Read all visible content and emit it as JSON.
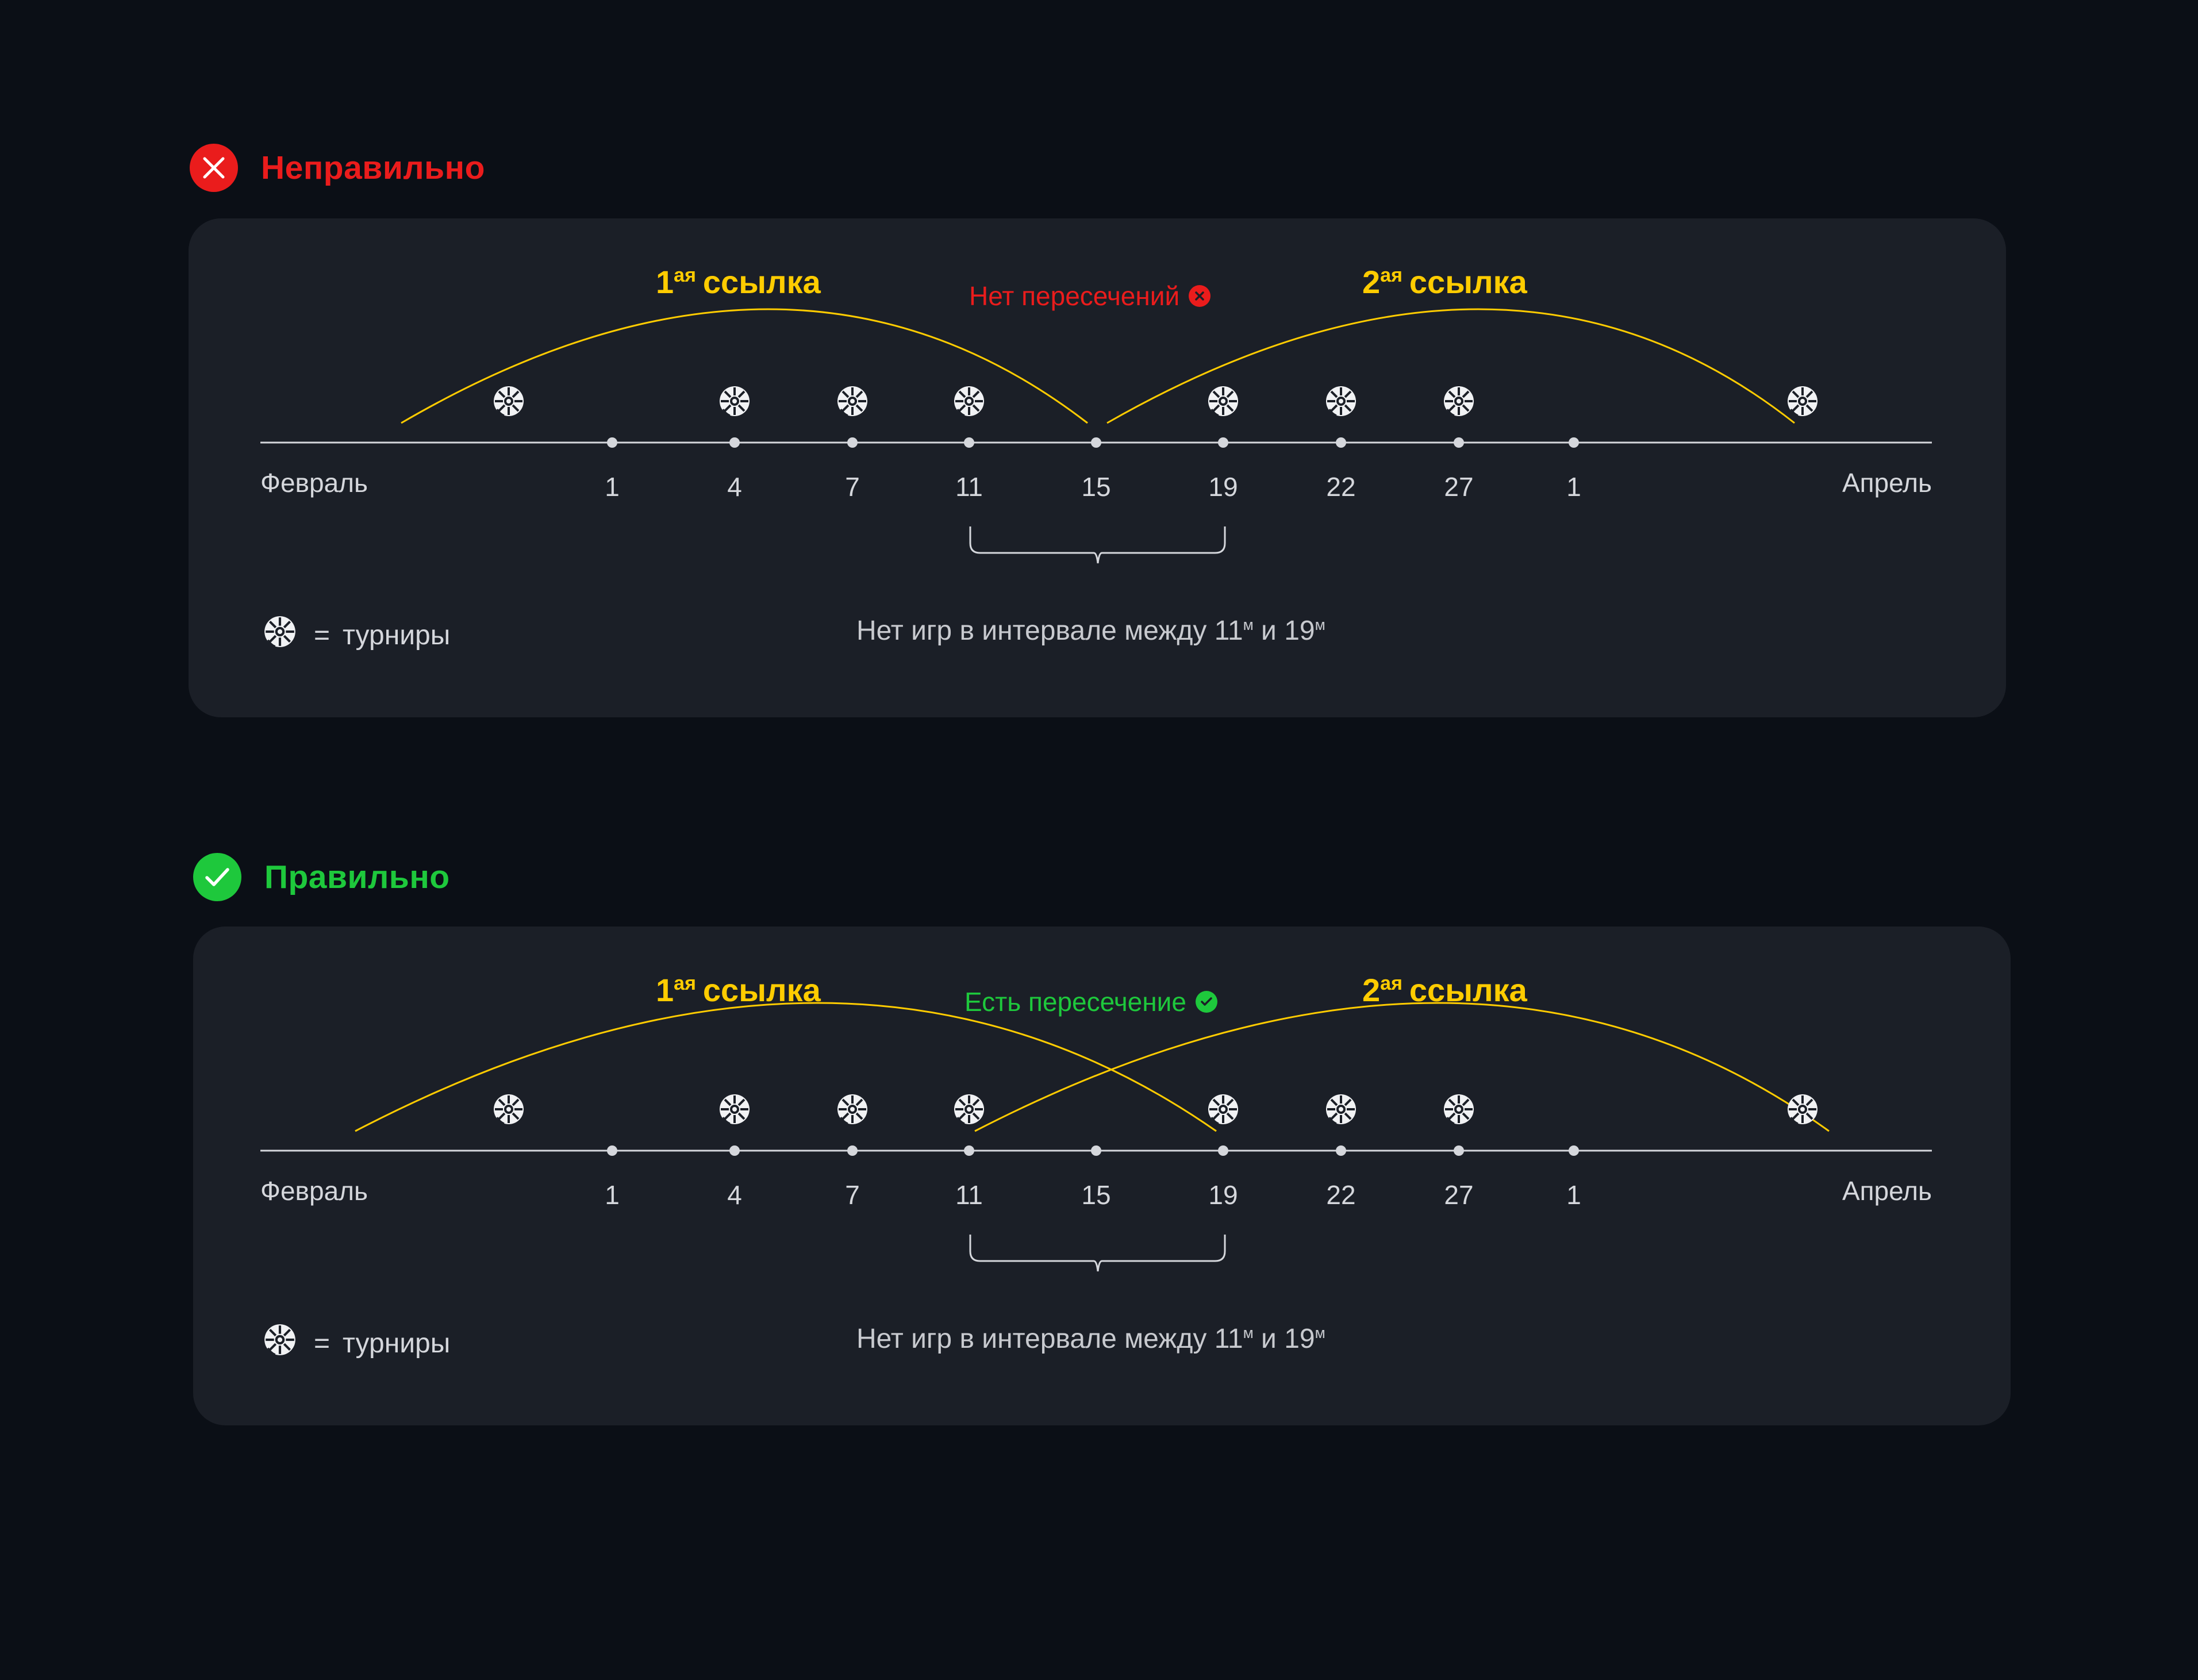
{
  "colors": {
    "background": "#0b0f16",
    "card": "#1b1f27",
    "wrong": "#ea1c1c",
    "right": "#1ec83c",
    "link": "#ffcc00",
    "axis": "#d5d7dc"
  },
  "legend": {
    "icon": "tournament-ball-icon",
    "equals": "=",
    "label": "турниры"
  },
  "note": {
    "text": "Нет игр в интервале между 11",
    "sup1": "м",
    "mid": " и 19",
    "sup2": "м"
  },
  "timeline": {
    "start_label": "Февраль",
    "end_label": "Апрель",
    "ticks": [
      "1",
      "4",
      "7",
      "11",
      "15",
      "19",
      "22",
      "27",
      "1"
    ]
  },
  "sections": [
    {
      "status_icon": "cross-icon",
      "title": "Неправильно",
      "intersection_label": "Нет пересечений",
      "intersection_icon": "cross-circle-icon",
      "link1": {
        "num": "1",
        "sup": "ая",
        "word": "ссылка"
      },
      "link2": {
        "num": "2",
        "sup": "ая",
        "word": "ссылка"
      }
    },
    {
      "status_icon": "check-icon",
      "title": "Правильно",
      "intersection_label": "Есть пересечение",
      "intersection_icon": "check-circle-icon",
      "link1": {
        "num": "1",
        "sup": "ая",
        "word": "ссылка"
      },
      "link2": {
        "num": "2",
        "sup": "ая",
        "word": "ссылка"
      }
    }
  ]
}
